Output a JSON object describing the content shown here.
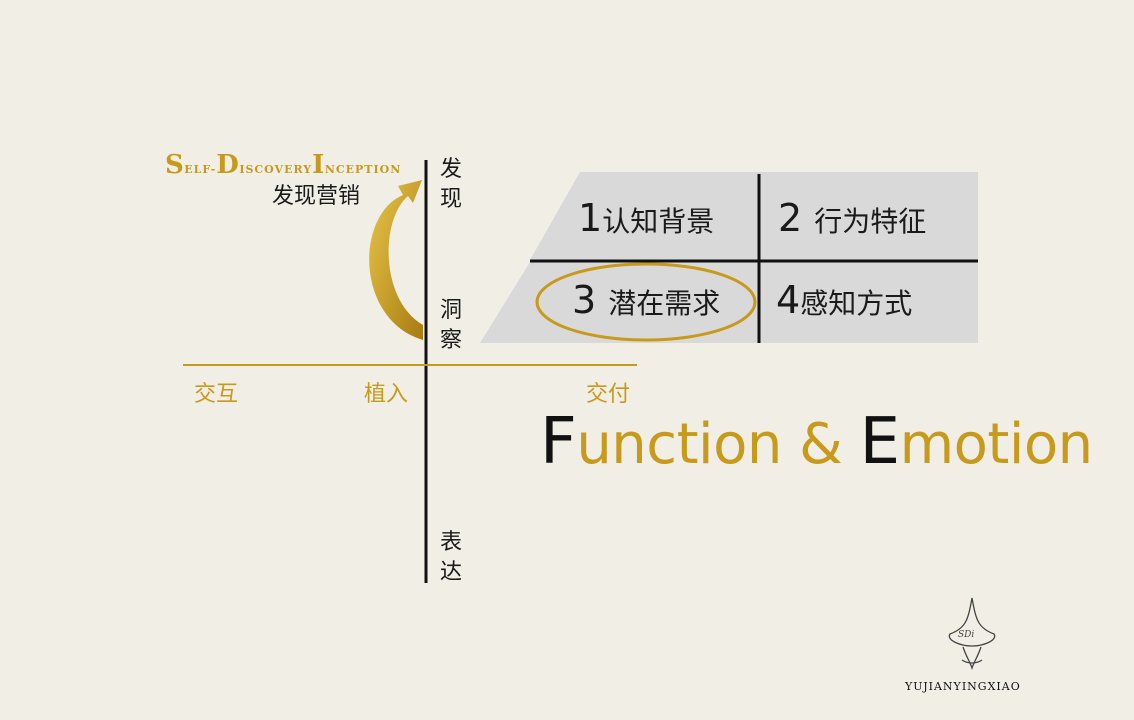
{
  "brand": {
    "tagline_parts": [
      {
        "cap": "S",
        "rest": "ELF-"
      },
      {
        "cap": "D",
        "rest": "ISCOVERY"
      },
      {
        "cap": "I",
        "rest": "NCEPTION"
      }
    ],
    "subtitle": "发现营销"
  },
  "vertical_axis": {
    "top_label_1": "发",
    "top_label_2": "现",
    "mid_label_1": "洞",
    "mid_label_2": "察",
    "bottom_label_1": "表",
    "bottom_label_2": "达"
  },
  "horizontal_axis": {
    "left_label": "交互",
    "center_label": "植入",
    "right_label": "交付"
  },
  "quadrants": [
    {
      "num": "1",
      "text": "认知背景"
    },
    {
      "num": "2",
      "text": "行为特征"
    },
    {
      "num": "3",
      "text": "潜在需求"
    },
    {
      "num": "4",
      "text": "感知方式"
    }
  ],
  "title": {
    "f_cap": "F",
    "f_rest": "unction",
    "amp": " & ",
    "e_cap": "E",
    "e_rest": "motion"
  },
  "logo": {
    "mark_text": "SDi",
    "name": "YUJIANYINGXIAO"
  },
  "colors": {
    "background": "#f1eee6",
    "accent": "#c79a1c",
    "panel": "#d9d9d9",
    "ink": "#111111"
  }
}
